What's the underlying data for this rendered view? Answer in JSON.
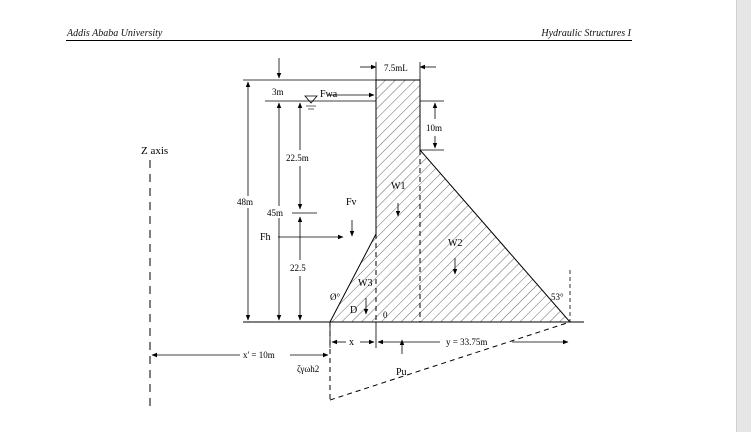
{
  "header": {
    "left": "Addis Ababa University",
    "right": "Hydraulic Structures I"
  },
  "labels": {
    "crest_width": "7.5mL",
    "freeboard": "3m",
    "ice_force": "Fwa",
    "setback": "10m",
    "z_axis": "Z axis",
    "upper_depth": "22.5m",
    "total_height": "48m",
    "water_depth": "45m",
    "vertical_force": "Fv",
    "horizontal_force": "Fh",
    "lower_depth": "22.5",
    "weight_1": "W1",
    "weight_2": "W2",
    "weight_3": "W3",
    "phi": "Ø°",
    "d_label": "D",
    "origin": "0",
    "downstream_angle": "53°",
    "x_dim": "x",
    "y_dim": "y = 33.75m",
    "x_prime": "x' = 10m",
    "uplift_pressure": "ζγωh2",
    "uplift": "Pu"
  },
  "colors": {
    "line": "#000000",
    "background": "#ffffff",
    "page_edge": "#e6e6e6"
  }
}
